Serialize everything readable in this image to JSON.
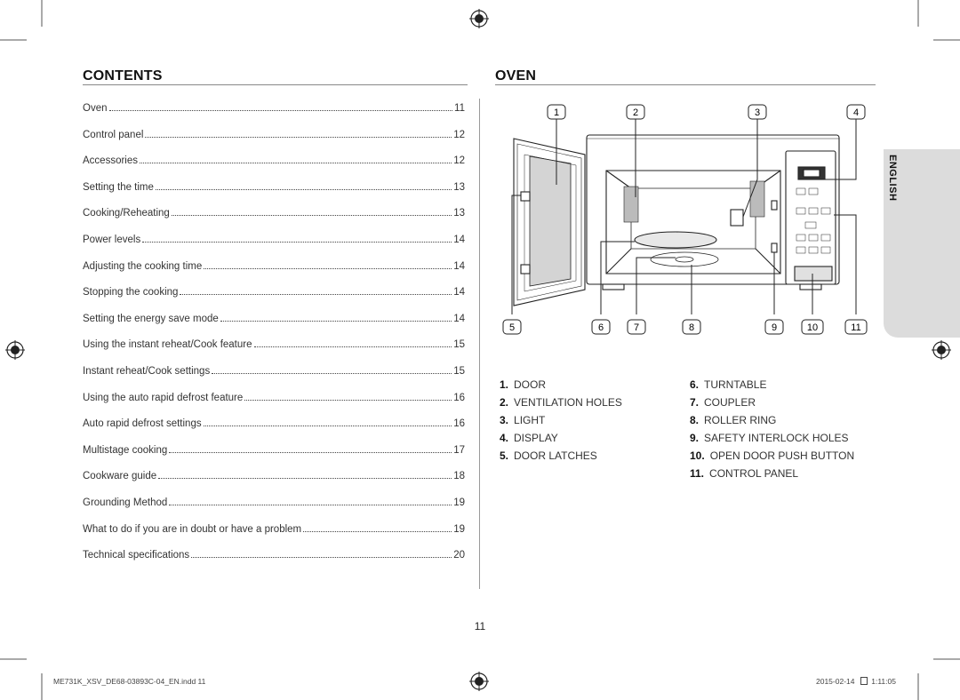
{
  "contents": {
    "heading": "CONTENTS",
    "entries": [
      {
        "title": "Oven",
        "page": "11"
      },
      {
        "title": "Control panel",
        "page": "12"
      },
      {
        "title": "Accessories",
        "page": "12"
      },
      {
        "title": "Setting the time",
        "page": "13"
      },
      {
        "title": "Cooking/Reheating",
        "page": "13"
      },
      {
        "title": "Power levels",
        "page": "14"
      },
      {
        "title": "Adjusting the cooking time",
        "page": "14"
      },
      {
        "title": "Stopping the cooking",
        "page": "14"
      },
      {
        "title": "Setting the energy save mode",
        "page": "14"
      },
      {
        "title": "Using the instant reheat/Cook feature",
        "page": "15"
      },
      {
        "title": "Instant reheat/Cook settings",
        "page": "15"
      },
      {
        "title": "Using the auto rapid defrost feature",
        "page": "16"
      },
      {
        "title": "Auto rapid defrost settings",
        "page": "16"
      },
      {
        "title": "Multistage cooking",
        "page": "17"
      },
      {
        "title": "Cookware guide",
        "page": "18"
      },
      {
        "title": "Grounding Method",
        "page": "19"
      },
      {
        "title": "What to do if you are in doubt or have a problem",
        "page": "19"
      },
      {
        "title": "Technical specifications",
        "page": "20"
      }
    ]
  },
  "oven": {
    "heading": "OVEN",
    "callouts_top": [
      "1",
      "2",
      "3",
      "4"
    ],
    "callouts_bottom": [
      "5",
      "6",
      "7",
      "8",
      "9",
      "10",
      "11"
    ],
    "parts_left": [
      {
        "num": "1.",
        "name": "DOOR"
      },
      {
        "num": "2.",
        "name": "VENTILATION HOLES"
      },
      {
        "num": "3.",
        "name": "LIGHT"
      },
      {
        "num": "4.",
        "name": "DISPLAY"
      },
      {
        "num": "5.",
        "name": "DOOR LATCHES"
      }
    ],
    "parts_right": [
      {
        "num": "6.",
        "name": "TURNTABLE"
      },
      {
        "num": "7.",
        "name": "COUPLER"
      },
      {
        "num": "8.",
        "name": "ROLLER RING"
      },
      {
        "num": "9.",
        "name": "SAFETY INTERLOCK HOLES"
      },
      {
        "num": "10.",
        "name": "OPEN DOOR PUSH BUTTON"
      },
      {
        "num": "11.",
        "name": "CONTROL PANEL"
      }
    ]
  },
  "side_tab": {
    "label": "ENGLISH"
  },
  "page_number": "11",
  "footer": {
    "filename": "ME731K_XSV_DE68-03893C-04_EN.indd   11",
    "date": "2015-02-14",
    "time": "1:11:05"
  },
  "colors": {
    "tab_gray": "#dcdcdc",
    "text": "#222222",
    "glass": "#d4d4d4"
  }
}
